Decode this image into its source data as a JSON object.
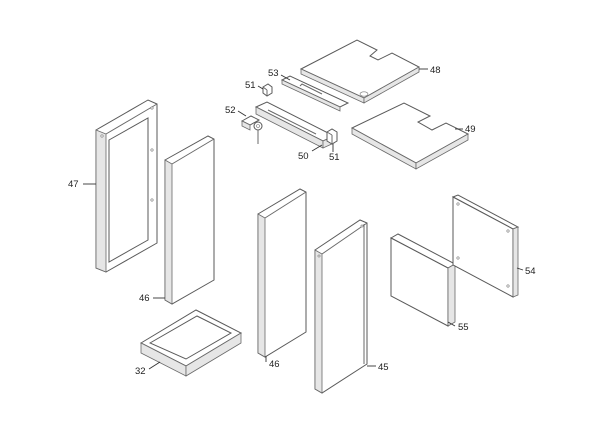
{
  "callouts": {
    "p47": "47",
    "p46a": "46",
    "p32": "32",
    "p51a": "51",
    "p53": "53",
    "p52": "52",
    "p50": "50",
    "p51b": "51",
    "p48": "48",
    "p49": "49",
    "p46b": "46",
    "p45": "45",
    "p54": "54",
    "p55": "55"
  }
}
